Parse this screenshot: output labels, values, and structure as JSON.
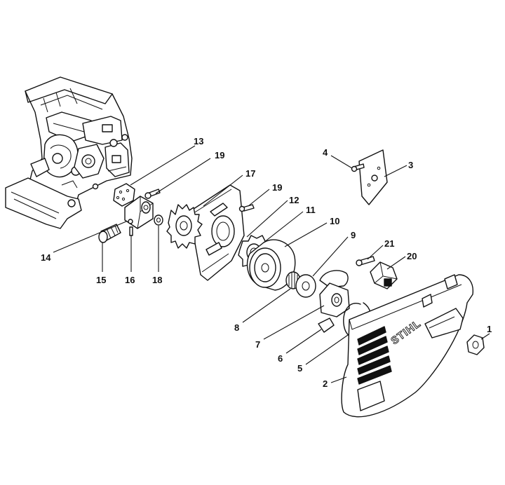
{
  "brand_text": "STIHL",
  "callouts": [
    {
      "id": "c1",
      "label": "1"
    },
    {
      "id": "c2",
      "label": "2"
    },
    {
      "id": "c3",
      "label": "3"
    },
    {
      "id": "c4",
      "label": "4"
    },
    {
      "id": "c5",
      "label": "5"
    },
    {
      "id": "c6",
      "label": "6"
    },
    {
      "id": "c7",
      "label": "7"
    },
    {
      "id": "c8",
      "label": "8"
    },
    {
      "id": "c9",
      "label": "9"
    },
    {
      "id": "c10",
      "label": "10"
    },
    {
      "id": "c11",
      "label": "11"
    },
    {
      "id": "c12",
      "label": "12"
    },
    {
      "id": "c13",
      "label": "13"
    },
    {
      "id": "c14",
      "label": "14"
    },
    {
      "id": "c15",
      "label": "15"
    },
    {
      "id": "c16",
      "label": "16"
    },
    {
      "id": "c17",
      "label": "17"
    },
    {
      "id": "c18",
      "label": "18"
    },
    {
      "id": "c19a",
      "label": "19"
    },
    {
      "id": "c19b",
      "label": "19"
    },
    {
      "id": "c20",
      "label": "20"
    },
    {
      "id": "c21",
      "label": "21"
    }
  ]
}
